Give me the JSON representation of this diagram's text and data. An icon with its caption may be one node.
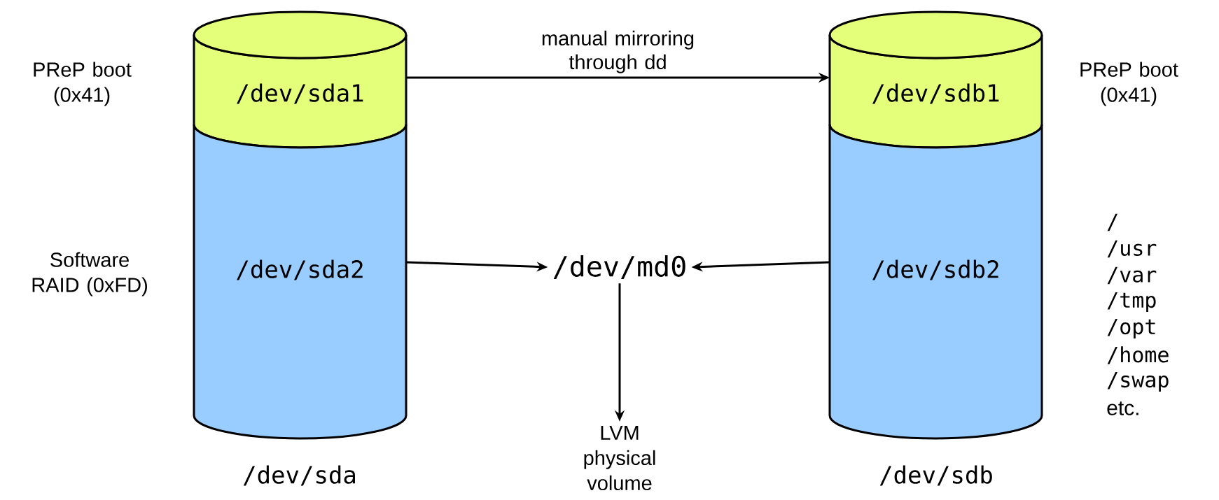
{
  "diagram": {
    "nodes": [
      {
        "text": [
          "/dev/sda1"
        ]
      },
      {
        "text": [
          "/dev/sda2"
        ]
      },
      {
        "text": [
          "/dev/sdb1"
        ]
      },
      {
        "text": [
          "/dev/sdb2"
        ]
      },
      {
        "text": [
          "/dev/md0"
        ]
      },
      {
        "text": [
          "LVM physical volume"
        ]
      }
    ],
    "edges": [
      {
        "from": 0,
        "to": 2,
        "arrow": "to",
        "label": "manual mirroring through dd"
      },
      {
        "from": 1,
        "to": 4,
        "arrow": "to"
      },
      {
        "from": 3,
        "to": 4,
        "arrow": "to"
      },
      {
        "from": 4,
        "to": 5,
        "arrow": "to"
      }
    ],
    "labels": [
      "PReP boot (0x41)",
      "Software RAID (0xFD)",
      "/dev/sda",
      "/dev/sdb",
      "PReP boot (0x41)",
      "/",
      "/usr",
      "/var",
      "/tmp",
      "/opt",
      "/home",
      "/swap",
      "etc."
    ]
  }
}
